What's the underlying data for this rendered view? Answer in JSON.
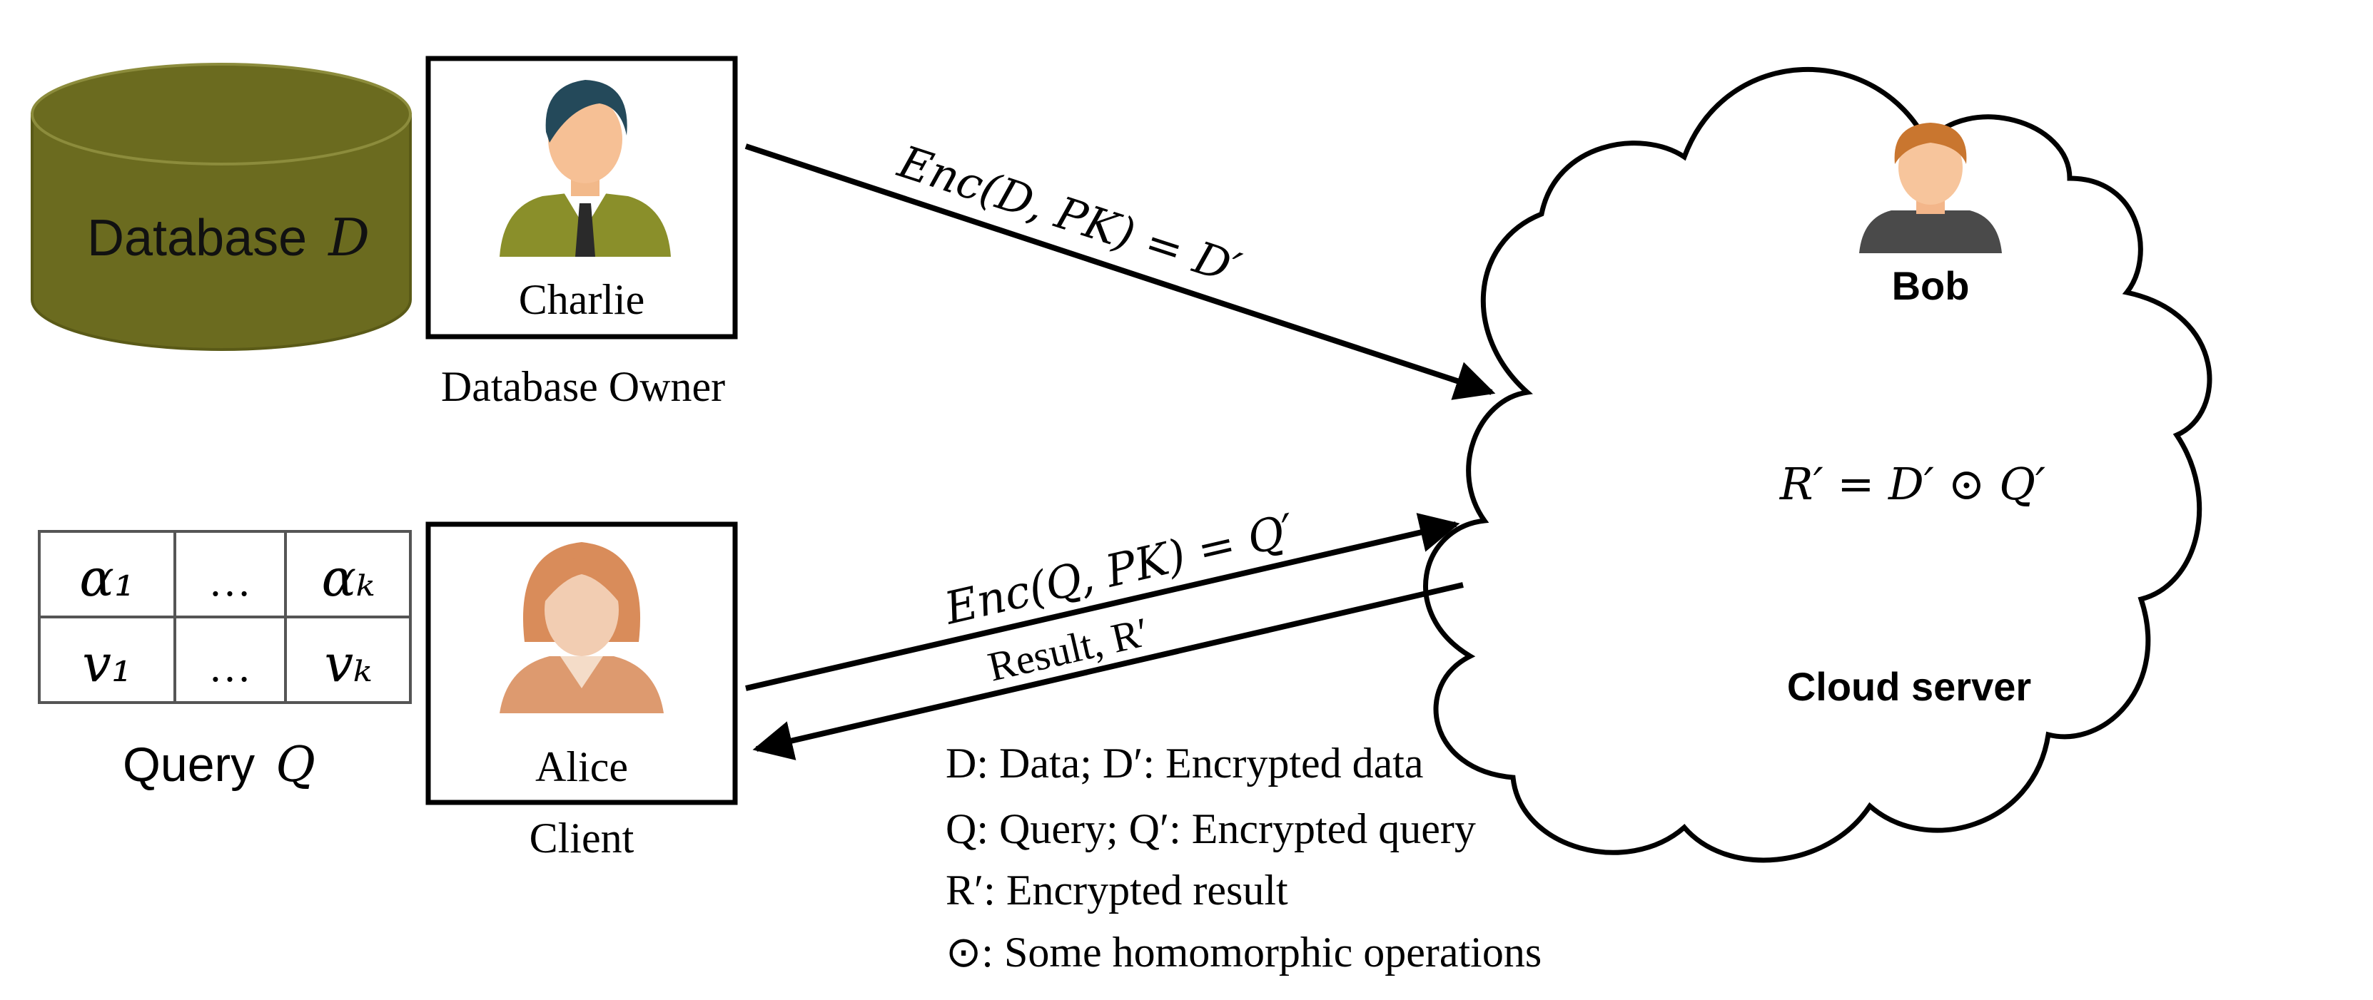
{
  "database": {
    "label": "Database",
    "symbol": "D",
    "color": "#6b6b1f"
  },
  "owner": {
    "name": "Charlie",
    "role": "Database Owner"
  },
  "client": {
    "name": "Alice",
    "role": "Client"
  },
  "server": {
    "person": "Bob",
    "label": "Cloud server",
    "formula": "R′ = D′ ⊙ Q′"
  },
  "query": {
    "label": "Query",
    "symbol": "Q",
    "table": [
      [
        "α₁",
        "…",
        "αₖ"
      ],
      [
        "v₁",
        "…",
        "vₖ"
      ]
    ]
  },
  "arrows": {
    "owner_to_server": "Enc(D, PK) = D′",
    "client_to_server": "Enc(Q, PK) = Q′",
    "server_to_client": "Result, R′"
  },
  "legend": [
    "D: Data;  D′: Encrypted  data",
    "Q: Query;  Q′: Encrypted query",
    "R′: Encrypted result",
    "⊙: Some homomorphic operations"
  ]
}
